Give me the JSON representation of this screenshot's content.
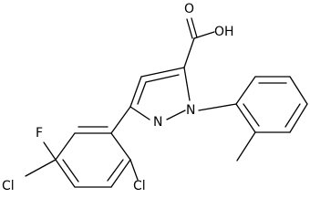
{
  "labels": {
    "acid": "OH",
    "carbonyl_o": "O",
    "n1": "N",
    "n2": "N",
    "fluorine": "F",
    "chlorine_para": "Cl",
    "chlorine_ortho": "Cl"
  }
}
